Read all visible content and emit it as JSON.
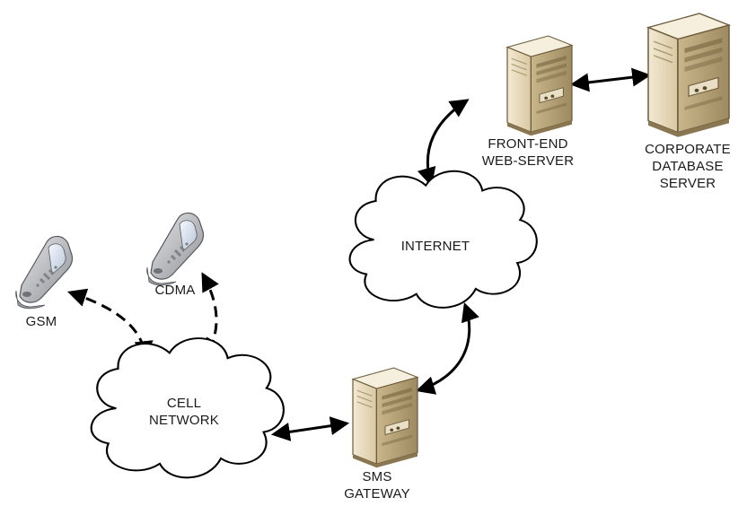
{
  "nodes": {
    "gsm": {
      "label": "GSM"
    },
    "cdma": {
      "label": "CDMA"
    },
    "cell_network": {
      "lines": [
        "CELL",
        "NETWORK"
      ]
    },
    "sms_gateway": {
      "lines": [
        "SMS",
        "GATEWAY"
      ]
    },
    "internet": {
      "label": "INTERNET"
    },
    "front_end": {
      "lines": [
        "FRONT-END",
        "WEB-SERVER"
      ]
    },
    "database": {
      "lines": [
        "CORPORATE",
        "DATABASE",
        "SERVER"
      ]
    }
  },
  "connections": [
    {
      "from": "gsm",
      "to": "cell_network",
      "style": "dashed"
    },
    {
      "from": "cdma",
      "to": "cell_network",
      "style": "dashed"
    },
    {
      "from": "cell_network",
      "to": "sms_gateway",
      "style": "solid"
    },
    {
      "from": "sms_gateway",
      "to": "internet",
      "style": "solid"
    },
    {
      "from": "internet",
      "to": "front_end",
      "style": "solid"
    },
    {
      "from": "front_end",
      "to": "database",
      "style": "solid"
    }
  ],
  "colors": {
    "server_body": "#e8dcc0",
    "server_side": "#b9a57a",
    "phone_body": "#c9cacc",
    "line": "#000000"
  }
}
